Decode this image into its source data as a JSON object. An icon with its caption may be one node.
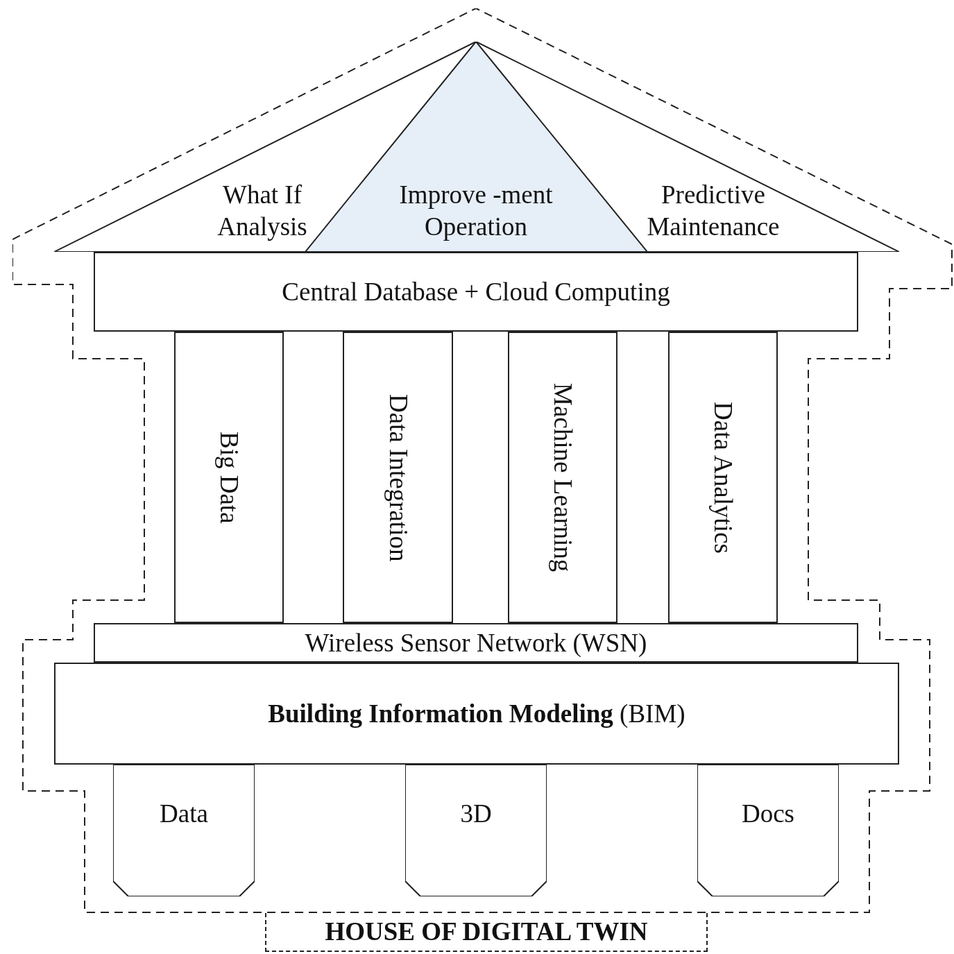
{
  "diagram": {
    "nodes": [
      {
        "text": [
          "HOUSE OF DIGITAL TWIN"
        ]
      },
      {
        "text": [
          "What If Analysis",
          "Predictive Maintenance"
        ],
        "in": 0
      },
      {
        "text": [
          "Improve -ment Operation"
        ],
        "in": 1
      },
      {
        "text": [
          "Central Database + Cloud Computing"
        ],
        "in": 0
      },
      {
        "text": [
          "Big Data"
        ],
        "in": 0
      },
      {
        "text": [
          "Data Integration"
        ],
        "in": 0
      },
      {
        "text": [
          "Machine Learning"
        ],
        "in": 0
      },
      {
        "text": [
          "Data Analytics"
        ],
        "in": 0
      },
      {
        "text": [
          "Wireless Sensor Network (WSN)"
        ],
        "in": 0
      },
      {
        "text": [
          "**Building Information Modeling** (BIM)"
        ],
        "in": 0
      },
      {
        "text": [
          "Data"
        ],
        "in": 0
      },
      {
        "text": [
          "3D"
        ],
        "in": 0
      },
      {
        "text": [
          "Docs"
        ],
        "in": 0
      }
    ],
    "edges": []
  }
}
